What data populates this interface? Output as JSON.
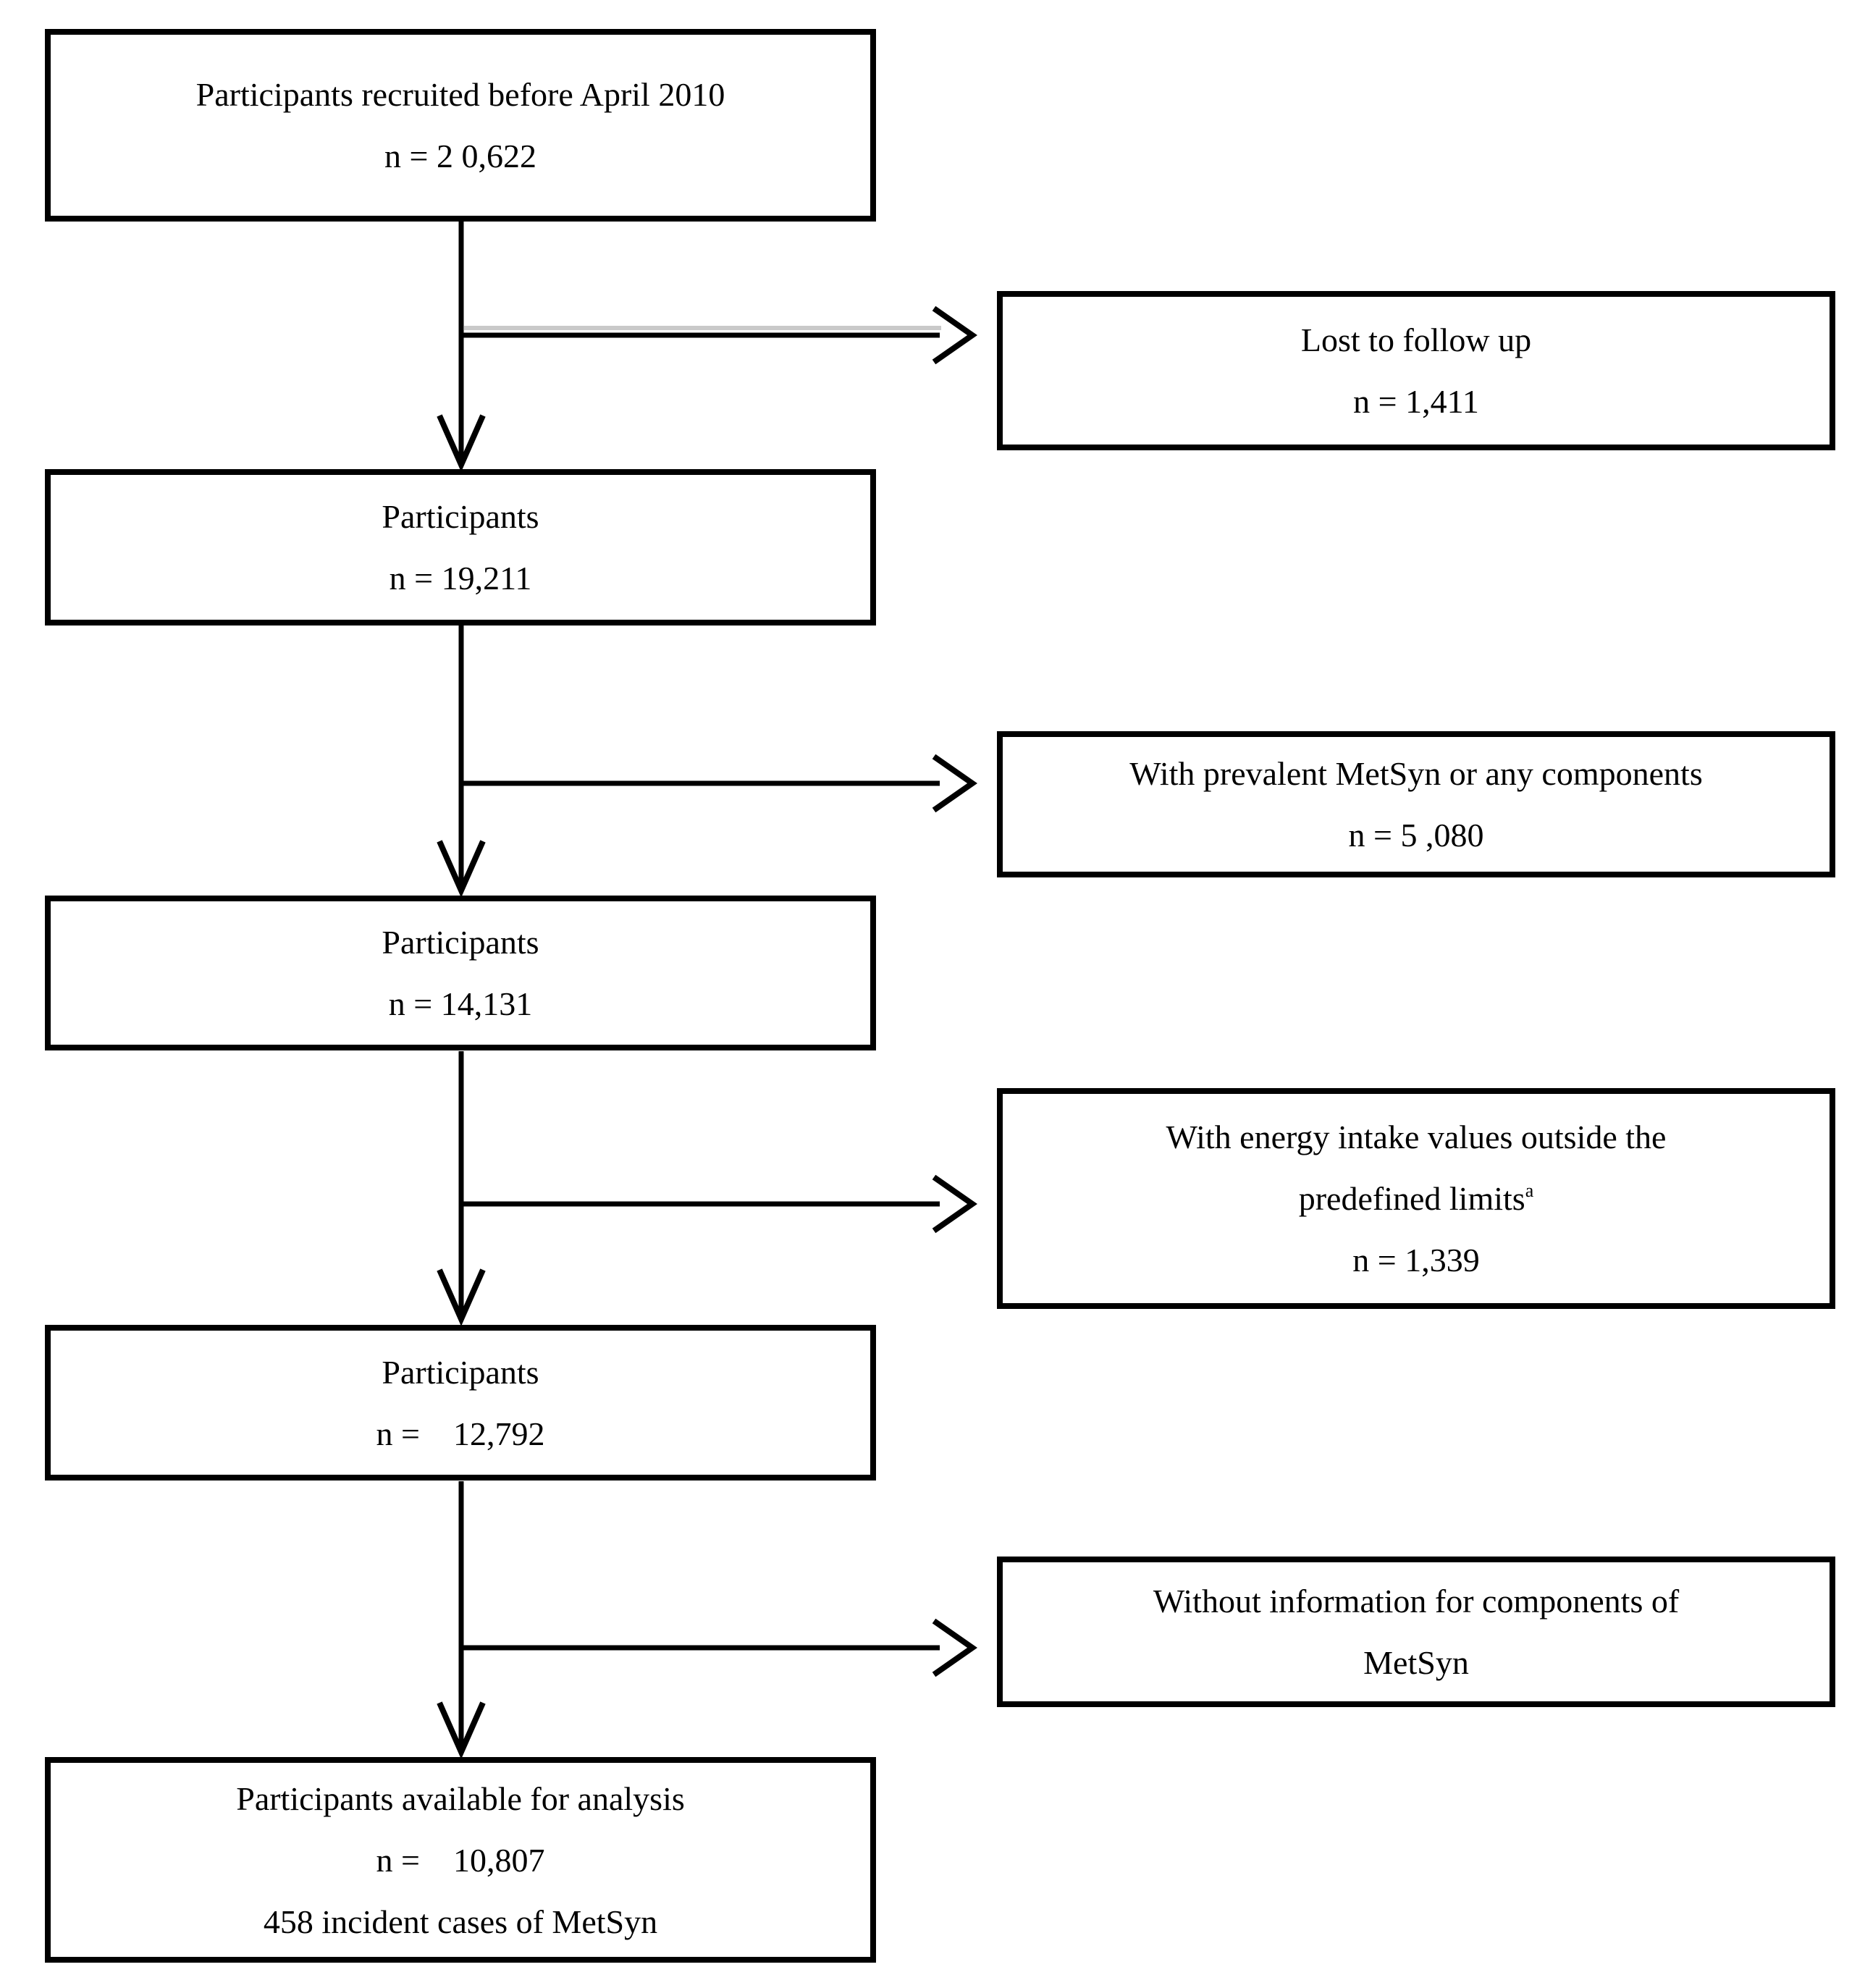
{
  "flow": {
    "colors": {
      "line": "#000000",
      "text": "#000000",
      "background": "#ffffff"
    },
    "left_boxes": {
      "recruited": {
        "line1": "Participants recruited before April 2010",
        "line2": "n = 2 0,622"
      },
      "step2": {
        "line1": "Participants",
        "line2": "n = 19,211"
      },
      "step3": {
        "line1": "Participants",
        "line2": "n = 14,131"
      },
      "step4": {
        "line1": "Participants",
        "line2": "n =    12,792"
      },
      "final": {
        "line1": "Participants available for analysis",
        "line2": "n =    10,807",
        "line3": "458 incident cases of MetSyn"
      }
    },
    "right_boxes": {
      "lost": {
        "line1": "Lost to follow up",
        "line2": "n = 1,411"
      },
      "prevalent": {
        "line1": "With prevalent MetSyn or any components",
        "line2": "n = 5 ,080"
      },
      "energy": {
        "line1": "With energy intake values outside the",
        "line2": "predefined limits",
        "line2_sup": "a",
        "line3": "n = 1,339"
      },
      "noinfo": {
        "line1": "Without information for components of",
        "line2": "MetSyn"
      }
    }
  }
}
